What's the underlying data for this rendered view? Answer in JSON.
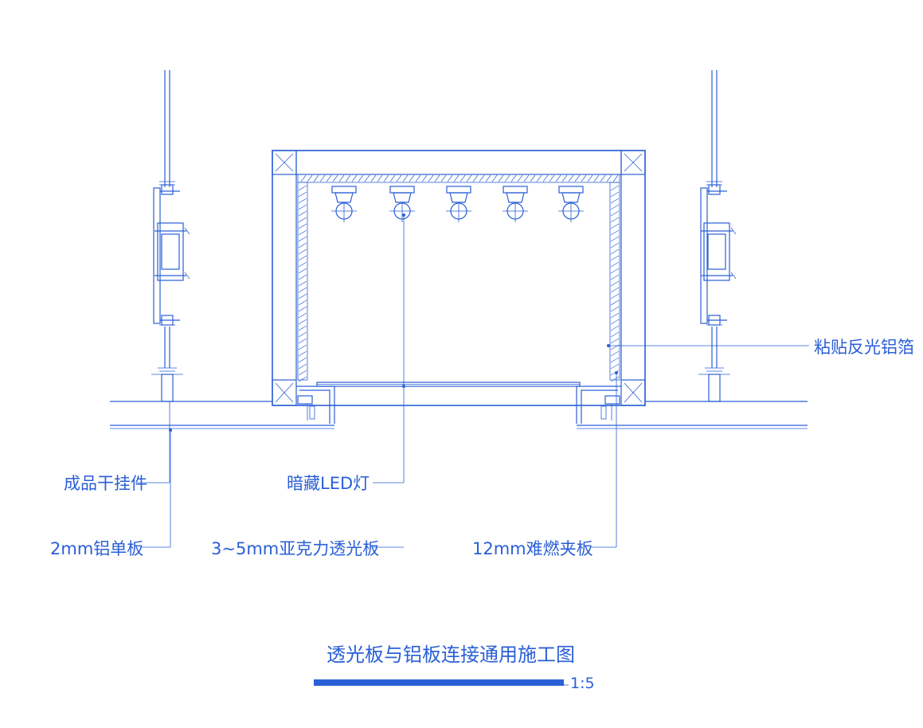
{
  "labels": {
    "reflective_foil": "粘贴反光铝箔",
    "dry_hanger": "成品干挂件",
    "hidden_led": "暗藏LED灯",
    "aluminum_panel": "2mm铝单板",
    "acrylic_panel": "3~5mm亚克力透光板",
    "fire_board": "12mm难燃夹板"
  },
  "title": {
    "text": "透光板与铝板连接通用施工图",
    "scale": "1:5"
  },
  "colors": {
    "line": "#2a5fd6",
    "background": "#ffffff"
  }
}
